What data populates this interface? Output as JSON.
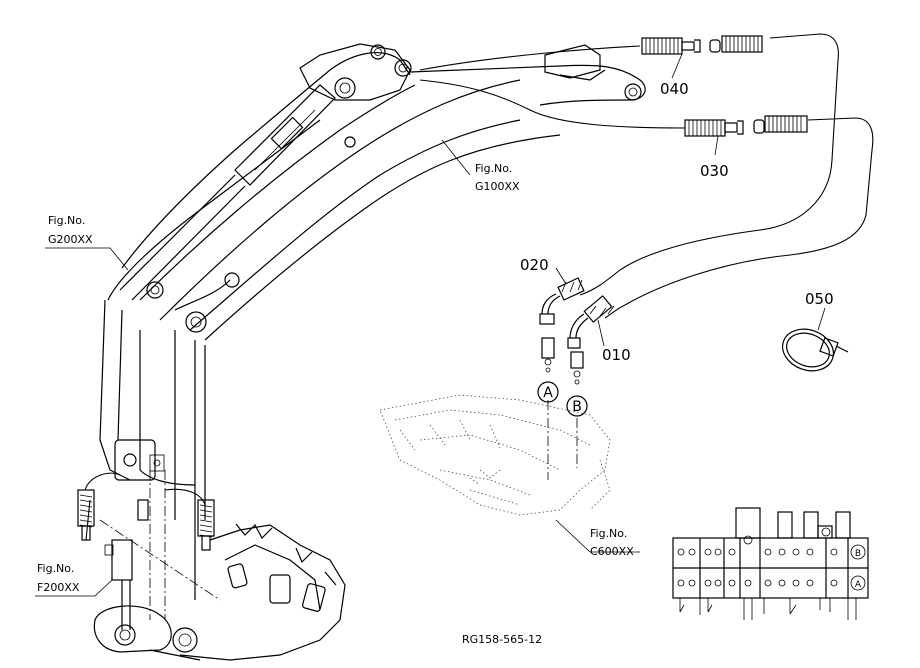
{
  "parts": {
    "p010": "010",
    "p020": "020",
    "p030": "030",
    "p040": "040",
    "p050": "050"
  },
  "figure_refs": {
    "fig_label": "Fig.No.",
    "g100": "G100XX",
    "g200": "G200XX",
    "f200": "F200XX",
    "c600": "C600XX"
  },
  "ports": {
    "a": "A",
    "b": "B"
  },
  "drawing_number": "RG158-565-12"
}
